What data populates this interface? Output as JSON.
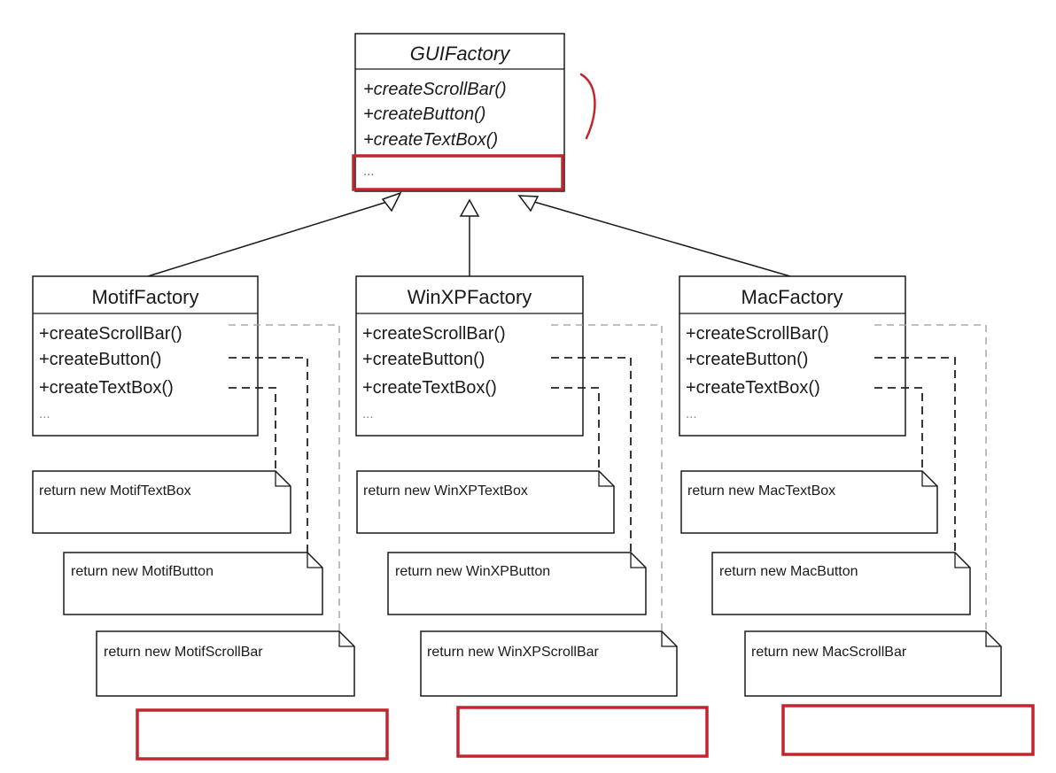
{
  "abstract_factory": {
    "name": "GUIFactory",
    "operations": [
      "+createScrollBar()",
      "+createButton()",
      "+createTextBox()"
    ],
    "more": "..."
  },
  "concrete_factories": [
    {
      "name": "MotifFactory",
      "operations": [
        "+createScrollBar()",
        "+createButton()",
        "+createTextBox()"
      ],
      "more": "...",
      "notes": [
        "return new MotifTextBox",
        "return new MotifButton",
        "return new MotifScrollBar"
      ]
    },
    {
      "name": "WinXPFactory",
      "operations": [
        "+createScrollBar()",
        "+createButton()",
        "+createTextBox()"
      ],
      "more": "...",
      "notes": [
        "return new WinXPTextBox",
        "return new WinXPButton",
        "return new WinXPScrollBar"
      ]
    },
    {
      "name": "MacFactory",
      "operations": [
        "+createScrollBar()",
        "+createButton()",
        "+createTextBox()"
      ],
      "more": "...",
      "notes": [
        "return new MacTextBox",
        "return new MacButton",
        "return new MacScrollBar"
      ]
    }
  ],
  "colors": {
    "line": "#1a1a1a",
    "dashed": "#222222",
    "dashed_light": "#9a9a9a",
    "highlight": "#c0272d",
    "text": "#1a1a1a"
  }
}
